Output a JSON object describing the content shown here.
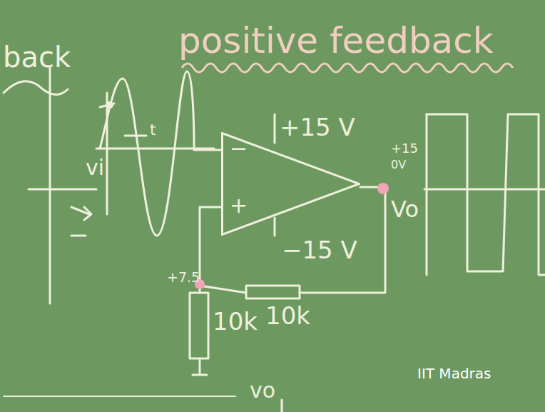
{
  "diagram": {
    "title": "positive feedback",
    "nodes": [
      {
        "text": [
          "−",
          "+"
        ]
      }
    ],
    "labels": [
      "back",
      "+15 V",
      "−15 V",
      "10k",
      "10k",
      "+7.5",
      "vi",
      "t",
      "+15",
      "0V",
      "Vo",
      "vo",
      "IIT Madras"
    ]
  }
}
